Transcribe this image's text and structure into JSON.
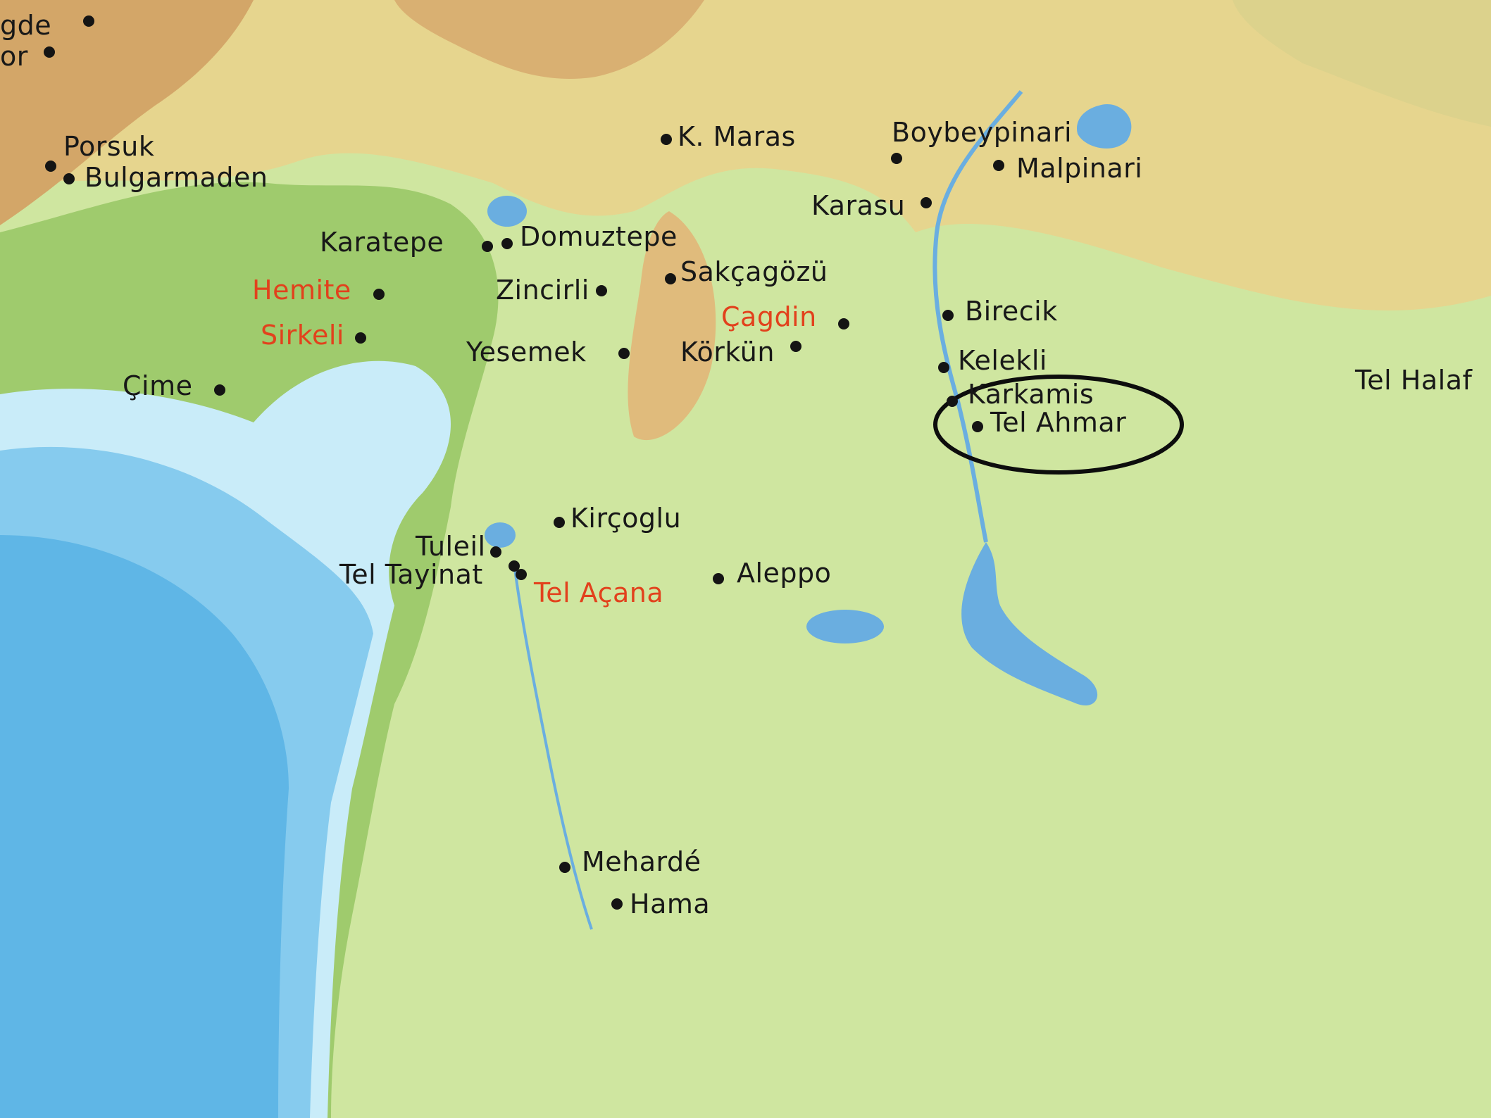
{
  "colors": {
    "sea_deep": "#5fb6e6",
    "sea_mid": "#86cbee",
    "sea_shallow": "#c9ecf9",
    "lowland": "#9fcb6d",
    "plain": "#cfe6a0",
    "upland": "#e6d58e",
    "highland": "#d3a668",
    "lake": "#6aaee0",
    "label_dark": "#181818",
    "label_red": "#e2411c",
    "ring": "#0d0d0d"
  },
  "sites": [
    {
      "name": "K. Maras",
      "color": "dark"
    },
    {
      "name": "Boybeypinari",
      "color": "dark"
    },
    {
      "name": "Malpinari",
      "color": "dark"
    },
    {
      "name": "Porsuk",
      "color": "dark"
    },
    {
      "name": "Bulgarmaden",
      "color": "dark"
    },
    {
      "name": "Karasu",
      "color": "dark"
    },
    {
      "name": "Karatepe",
      "color": "dark"
    },
    {
      "name": "Domuztepe",
      "color": "dark"
    },
    {
      "name": "Hemite",
      "color": "red"
    },
    {
      "name": "Zincirli",
      "color": "dark"
    },
    {
      "name": "Sakçagözü",
      "color": "dark"
    },
    {
      "name": "Çagdin",
      "color": "red"
    },
    {
      "name": "Birecik",
      "color": "dark"
    },
    {
      "name": "Sirkeli",
      "color": "red"
    },
    {
      "name": "Yesemek",
      "color": "dark"
    },
    {
      "name": "Körkün",
      "color": "dark"
    },
    {
      "name": "Kelekli",
      "color": "dark"
    },
    {
      "name": "Çime",
      "color": "dark"
    },
    {
      "name": "Karkamis",
      "color": "dark"
    },
    {
      "name": "Tel Ahmar",
      "color": "dark",
      "highlighted": true
    },
    {
      "name": "Tel Halaf",
      "color": "dark"
    },
    {
      "name": "Kirçoglu",
      "color": "dark"
    },
    {
      "name": "Tuleil",
      "color": "dark"
    },
    {
      "name": "Tel Tayinat",
      "color": "dark"
    },
    {
      "name": "Tel Açana",
      "color": "red"
    },
    {
      "name": "Aleppo",
      "color": "dark"
    },
    {
      "name": "Mehardé",
      "color": "dark"
    },
    {
      "name": "Hama",
      "color": "dark"
    },
    {
      "name": "gde",
      "color": "dark"
    },
    {
      "name": "or",
      "color": "dark"
    }
  ]
}
